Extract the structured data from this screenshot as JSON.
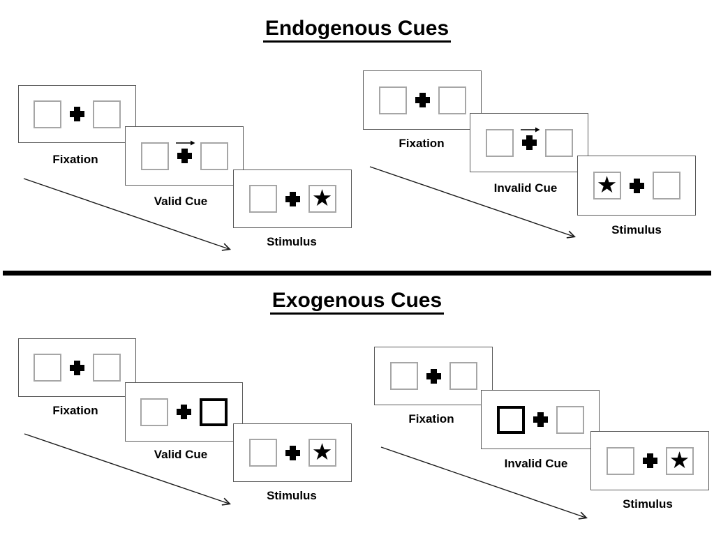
{
  "diagram": {
    "endogenous": {
      "title": "Endogenous Cues",
      "valid": {
        "fixation_label": "Fixation",
        "cue_label": "Valid Cue",
        "stimulus_label": "Stimulus"
      },
      "invalid": {
        "fixation_label": "Fixation",
        "cue_label": "Invalid Cue",
        "stimulus_label": "Stimulus"
      }
    },
    "exogenous": {
      "title": "Exogenous Cues",
      "valid": {
        "fixation_label": "Fixation",
        "cue_label": "Valid Cue",
        "stimulus_label": "Stimulus"
      },
      "invalid": {
        "fixation_label": "Fixation",
        "cue_label": "Invalid Cue",
        "stimulus_label": "Stimulus"
      }
    }
  },
  "glyphs": {
    "star": "★"
  },
  "icons": {
    "fixation_cross": "plus-cross-icon",
    "cue_arrow": "arrow-right-icon",
    "target_star": "star-icon",
    "timeline": "diagonal-arrow-icon"
  },
  "colors": {
    "background": "#ffffff",
    "panel_border": "#595959",
    "box_border": "#a6a6a6",
    "cue_highlight_border": "#000000",
    "ink": "#000000",
    "divider": "#000000"
  }
}
